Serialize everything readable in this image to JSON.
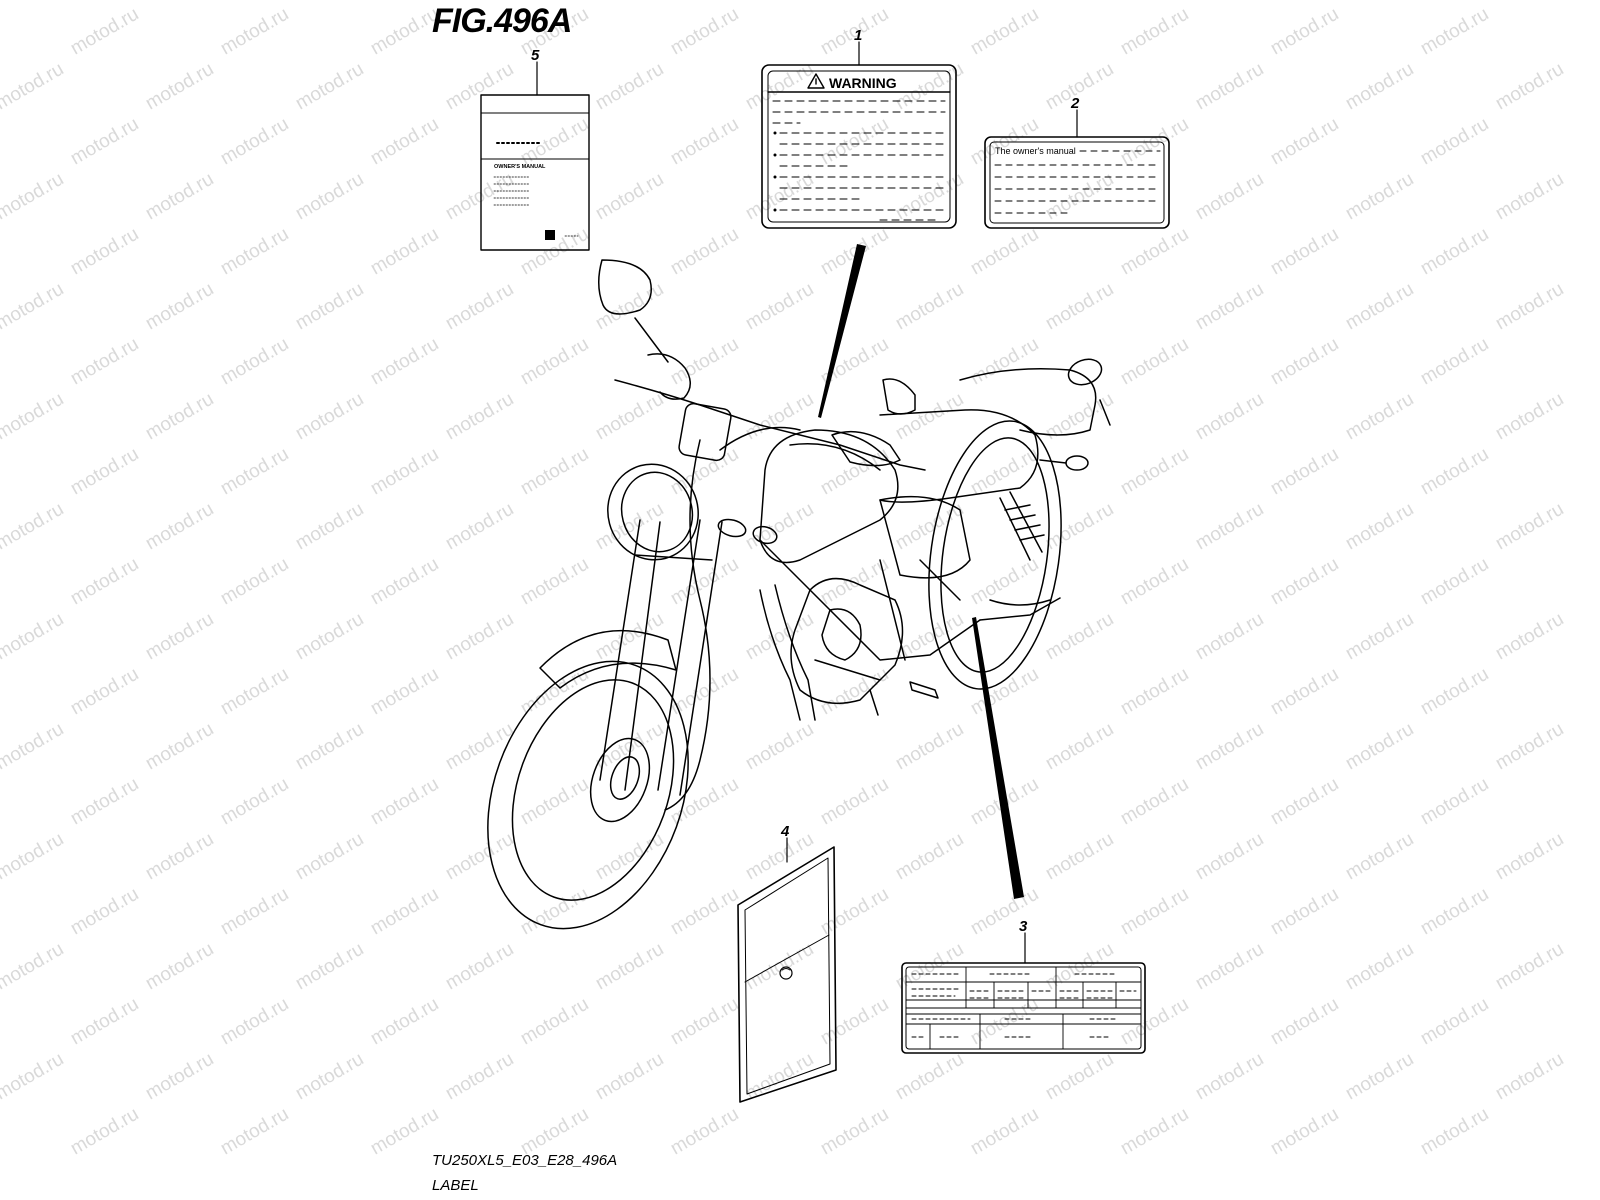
{
  "figure": {
    "title": "FIG.496A",
    "code": "TU250XL5_E03_E28_496A",
    "caption": "LABEL"
  },
  "watermark": {
    "text": "motod.ru",
    "color": "#d9d9d9"
  },
  "callouts": [
    {
      "number": "1",
      "part": "warning-label"
    },
    {
      "number": "2",
      "part": "owners-manual-label"
    },
    {
      "number": "3",
      "part": "information-label"
    },
    {
      "number": "4",
      "part": "sleeve"
    },
    {
      "number": "5",
      "part": "owners-manual"
    }
  ],
  "labels": {
    "warning_heading": "WARNING",
    "owners_manual_label_text": "The owner's manual",
    "manual_cover_title": "OWNER'S MANUAL"
  },
  "colors": {
    "line": "#000000",
    "background": "#ffffff"
  }
}
